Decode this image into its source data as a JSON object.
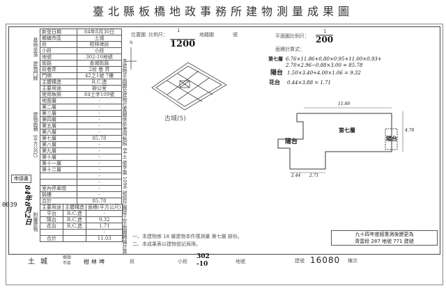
{
  "title": "臺北縣板橋地政事務所建物測量成果圖",
  "left_table": {
    "rows": [
      {
        "label": "新登日期",
        "value": "84年8月30日"
      },
      {
        "group": "基地坐落",
        "label": "鄉鎮市區",
        "value": "土城"
      },
      {
        "label": "段",
        "value": "柑林埤段"
      },
      {
        "label": "小段",
        "value": "小段"
      },
      {
        "label": "地號",
        "value": "302-10地號"
      },
      {
        "group": "建物門牌",
        "label": "街路",
        "value": "金城街路"
      },
      {
        "label": "段巷弄",
        "value": "2段 巷 弄"
      },
      {
        "label": "門牌",
        "value": "42之1號 7樓"
      },
      {
        "label": "主體構造",
        "value": "R.C.造"
      },
      {
        "label": "主要用途",
        "value": "辦公室"
      },
      {
        "label": "使用執照",
        "value": "84土字109號"
      }
    ],
    "area_group": "建物面積（平方公尺）",
    "floors": [
      {
        "label": "地面層",
        "value": "-"
      },
      {
        "label": "第二層",
        "value": "-"
      },
      {
        "label": "第三層",
        "value": "-"
      },
      {
        "label": "第四層",
        "value": "-"
      },
      {
        "label": "第五層",
        "value": "-"
      },
      {
        "label": "第六層",
        "value": "-"
      },
      {
        "label": "第七層",
        "value": "85.78"
      },
      {
        "label": "第八層",
        "value": "-"
      },
      {
        "label": "第九層",
        "value": "-"
      },
      {
        "label": "第十層",
        "value": "-"
      },
      {
        "label": "第十一層",
        "value": "-"
      },
      {
        "label": "第十二層",
        "value": "-"
      },
      {
        "label": "",
        "value": "-"
      },
      {
        "label": "",
        "value": "-"
      },
      {
        "label": "室內停車間",
        "value": "-"
      },
      {
        "label": "騎樓",
        "value": "-"
      },
      {
        "label": "合計",
        "value": "85.78"
      }
    ],
    "annex_group": "附屬建物",
    "annex_header": [
      "主要用途",
      "主體構造",
      "面積(平方公尺)"
    ],
    "annex": [
      [
        "平台",
        "R.C.造",
        "-"
      ],
      [
        "陽台",
        "R.C.造",
        "9.32"
      ],
      [
        "花台",
        "R.C.造",
        "1.71"
      ],
      [
        "",
        "",
        "-"
      ],
      [
        "合計",
        "",
        "11.03"
      ]
    ],
    "application": {
      "label": "申請書",
      "year_label": "字",
      "month_label": "月",
      "day_label": "日",
      "number_label": "號",
      "date": "84年8月2日",
      "number": "0039"
    }
  },
  "vertical_note": "本建物平面圖及建物位置圖係依使用執照 84土 使字第 1096 號設計圖竣工平面圖轉繪計算",
  "location_map": {
    "label": "位置圖",
    "scale_label": "比例尺：",
    "scale_num": "1",
    "scale_den": "1200",
    "cadastral": "地籍圖",
    "number_label": "號",
    "north": "N",
    "caption": "古城(5)"
  },
  "plan": {
    "scale_label": "平面圖比例尺：",
    "scale_num": "1",
    "scale_den": "200",
    "calc_label": "面積計算式：",
    "calcs": [
      {
        "label": "第七層",
        "formula": "6.76×11.86+0.80×0.95+11.00×0.93+",
        "formula2": "2.70×2.96−0.88×3.00 = 85.78"
      },
      {
        "label": "陽台",
        "formula": "1.50×3.40+4.00×1.06 = 9.32"
      },
      {
        "label": "花台",
        "formula": "0.44×3.88 = 1.71"
      }
    ],
    "floor_label": "第七層",
    "balcony": "陽台",
    "dims": [
      "11.86",
      "4.76",
      "2.44",
      "2.71"
    ]
  },
  "notes": [
    "一、本建物係 18 層建物本件僅測量 第七層 部份。",
    "二、本成果表以建物登記爲限。"
  ],
  "stamp": [
    "九十四年度經重測後變更為",
    "青雲段 287 地號 771 建號"
  ],
  "footer": {
    "district": "土城",
    "district_label": "鄉鎮市區",
    "section": "柑林埤",
    "section_label": "段",
    "subsection_label": "小段",
    "lot": "302",
    "lot2": "-10",
    "lot_label": "地號",
    "bldg_label": "建號",
    "bldg_no": "16080",
    "order_label": "棟次"
  }
}
